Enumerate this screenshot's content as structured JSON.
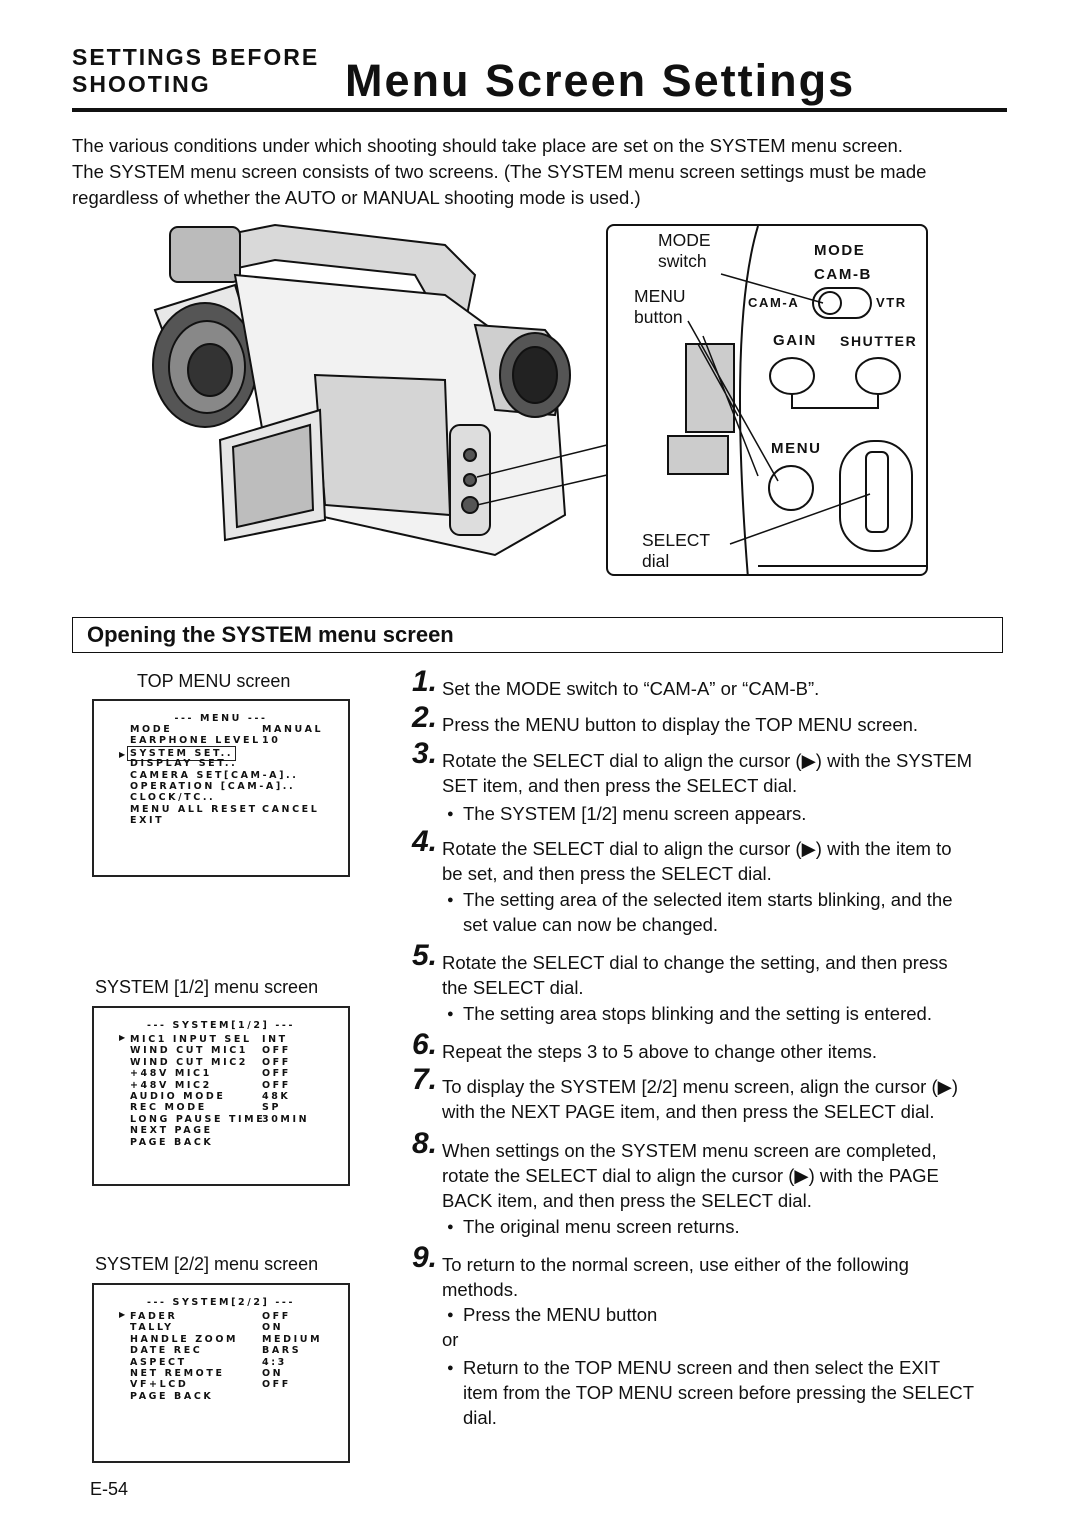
{
  "header": {
    "section_line1": "SETTINGS BEFORE",
    "section_line2": "SHOOTING",
    "title": "Menu Screen Settings"
  },
  "intro": [
    "The various conditions under which shooting should take place are set on the SYSTEM menu screen.",
    "The SYSTEM menu screen consists of two screens. (The SYSTEM menu screen settings must be made",
    "regardless of whether the AUTO or MANUAL shooting mode is used.)"
  ],
  "figure": {
    "mode_switch_label": [
      "MODE",
      "switch"
    ],
    "menu_button_label": [
      "MENU",
      "button"
    ],
    "select_dial_label": [
      "SELECT",
      "dial"
    ],
    "panel_mode": "MODE",
    "panel_cam_b": "CAM-B",
    "panel_cam_a": "CAM-A",
    "panel_vtr": "VTR",
    "panel_gain": "GAIN",
    "panel_shutter": "SHUTTER",
    "panel_menu": "MENU"
  },
  "subsection": "Opening the SYSTEM menu screen",
  "screens": {
    "top": {
      "caption": "TOP MENU screen",
      "heading": "--- MENU ---",
      "cursor_index": 2,
      "rows": [
        {
          "k": "MODE",
          "v": "MANUAL"
        },
        {
          "k": "EARPHONE LEVEL",
          "v": "10"
        },
        {
          "k": "SYSTEM SET..",
          "v": ""
        },
        {
          "k": "DISPLAY SET..",
          "v": ""
        },
        {
          "k": "CAMERA SET[CAM-A]..",
          "v": ""
        },
        {
          "k": "OPERATION [CAM-A]..",
          "v": ""
        },
        {
          "k": "CLOCK/TC..",
          "v": ""
        },
        {
          "k": "MENU ALL RESET",
          "v": "CANCEL"
        },
        {
          "k": "EXIT",
          "v": ""
        }
      ]
    },
    "system1": {
      "caption": "SYSTEM [1/2] menu screen",
      "heading": "--- SYSTEM[1/2] ---",
      "cursor_index": 0,
      "rows": [
        {
          "k": "MIC1 INPUT SEL",
          "v": "INT"
        },
        {
          "k": "WIND CUT MIC1",
          "v": "OFF"
        },
        {
          "k": "WIND CUT MIC2",
          "v": "OFF"
        },
        {
          "k": "+48V MIC1",
          "v": "OFF"
        },
        {
          "k": "+48V MIC2",
          "v": "OFF"
        },
        {
          "k": "AUDIO MODE",
          "v": "48K"
        },
        {
          "k": "REC MODE",
          "v": "SP"
        },
        {
          "k": "LONG PAUSE TIME",
          "v": "30MIN"
        },
        {
          "k": "NEXT PAGE",
          "v": ""
        },
        {
          "k": "PAGE BACK",
          "v": ""
        }
      ]
    },
    "system2": {
      "caption": "SYSTEM [2/2] menu screen",
      "heading": "--- SYSTEM[2/2] ---",
      "cursor_index": 0,
      "rows": [
        {
          "k": "FADER",
          "v": "OFF"
        },
        {
          "k": "TALLY",
          "v": "ON"
        },
        {
          "k": "HANDLE ZOOM",
          "v": "MEDIUM"
        },
        {
          "k": "DATE REC",
          "v": "BARS"
        },
        {
          "k": "ASPECT",
          "v": "4:3"
        },
        {
          "k": "NET REMOTE",
          "v": "ON"
        },
        {
          "k": "VF+LCD",
          "v": "OFF"
        },
        {
          "k": "PAGE BACK",
          "v": ""
        }
      ]
    }
  },
  "steps": [
    {
      "num": "1.",
      "lines": [
        "Set the MODE switch to “CAM-A” or “CAM-B”."
      ],
      "bullets": []
    },
    {
      "num": "2.",
      "lines": [
        "Press the MENU button to display the TOP MENU screen."
      ],
      "bullets": []
    },
    {
      "num": "3.",
      "lines": [
        "Rotate the SELECT dial to align the cursor (▶) with the SYSTEM",
        "SET item, and then press the SELECT dial."
      ],
      "bullets": [
        "The SYSTEM [1/2] menu screen appears."
      ]
    },
    {
      "num": "4.",
      "lines": [
        "Rotate the SELECT dial to align the cursor (▶) with the item to",
        "be set, and then press the SELECT dial."
      ],
      "bullets": [
        "The setting area of the selected item starts blinking, and the",
        "set value can now be changed."
      ]
    },
    {
      "num": "5.",
      "lines": [
        "Rotate the SELECT dial to change the setting, and then press",
        "the SELECT dial."
      ],
      "bullets": [
        "The setting area stops blinking and the setting is entered."
      ]
    },
    {
      "num": "6.",
      "lines": [
        "Repeat the steps 3 to 5 above to change other items."
      ],
      "bullets": []
    },
    {
      "num": "7.",
      "lines": [
        "To display the SYSTEM [2/2] menu screen, align the cursor (▶)",
        "with the NEXT PAGE item, and then press the SELECT dial."
      ],
      "bullets": []
    },
    {
      "num": "8.",
      "lines": [
        "When settings on the SYSTEM menu screen are completed,",
        "rotate the SELECT dial to align the cursor (▶) with the PAGE",
        "BACK item, and then press the SELECT dial."
      ],
      "bullets": [
        "The original menu screen returns."
      ]
    },
    {
      "num": "9.",
      "lines": [
        "To return to the normal screen, use either of the following",
        "methods."
      ],
      "bullets": []
    }
  ],
  "step9_options": {
    "option1": "Press the MENU button",
    "or": "or",
    "option2": [
      "Return to the TOP MENU screen and then select the EXIT",
      "item from the TOP MENU screen before pressing the SELECT",
      "dial."
    ]
  },
  "page_number": "E-54"
}
